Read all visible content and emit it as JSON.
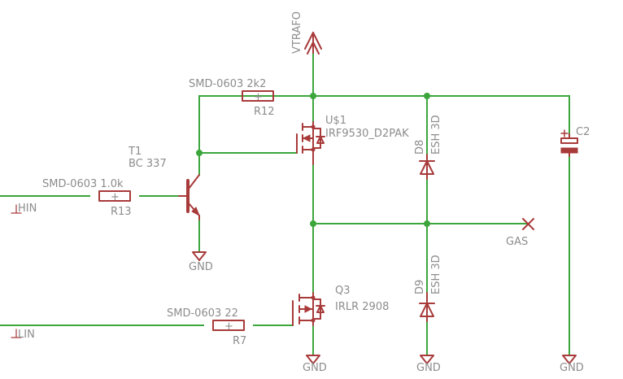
{
  "components": {
    "r12": {
      "package": "SMD-0603 2k2",
      "name": "R12"
    },
    "r13": {
      "package": "SMD-0603 1.0k",
      "name": "R13"
    },
    "r7": {
      "package": "SMD-0603 22",
      "name": "R7"
    },
    "t1": {
      "name": "T1",
      "value": "BC 337"
    },
    "u1": {
      "name": "U$1",
      "value": "IRF9530_D2PAK"
    },
    "q3": {
      "name": "Q3",
      "value": "IRLR 2908"
    },
    "d8": {
      "name": "D8",
      "value": "ESH 3D"
    },
    "d9": {
      "name": "D9",
      "value": "ESH 3D"
    },
    "c2": {
      "name": "C2"
    }
  },
  "nets": {
    "supply": "VTRAFO",
    "hin": "HIN",
    "lin": "LIN",
    "gas": "GAS",
    "gnd": "GND"
  },
  "resistor_mark": "+"
}
